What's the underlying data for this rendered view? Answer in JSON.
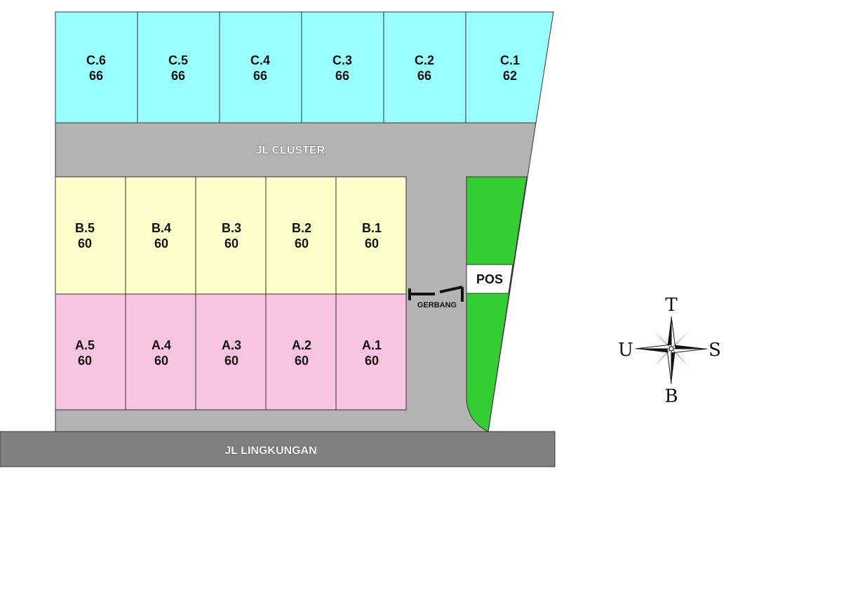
{
  "colors": {
    "block_c": "#99ffff",
    "block_b": "#ffffcc",
    "block_a": "#f9c4e2",
    "road_cluster": "#b3b3b3",
    "road_lingkungan": "#808080",
    "green_area": "#33cc33",
    "outline": "#333333"
  },
  "roads": {
    "cluster": "JL CLUSTER",
    "lingkungan": "JL LINGKUNGAN"
  },
  "gate_label": "GERBANG",
  "post_label": "POS",
  "blocks": {
    "c": [
      {
        "id": "C.6",
        "area": "66"
      },
      {
        "id": "C.5",
        "area": "66"
      },
      {
        "id": "C.4",
        "area": "66"
      },
      {
        "id": "C.3",
        "area": "66"
      },
      {
        "id": "C.2",
        "area": "66"
      },
      {
        "id": "C.1",
        "area": "62"
      }
    ],
    "b": [
      {
        "id": "B.5",
        "area": "60"
      },
      {
        "id": "B.4",
        "area": "60"
      },
      {
        "id": "B.3",
        "area": "60"
      },
      {
        "id": "B.2",
        "area": "60"
      },
      {
        "id": "B.1",
        "area": "60"
      }
    ],
    "a": [
      {
        "id": "A.5",
        "area": "60"
      },
      {
        "id": "A.4",
        "area": "60"
      },
      {
        "id": "A.3",
        "area": "60"
      },
      {
        "id": "A.2",
        "area": "60"
      },
      {
        "id": "A.1",
        "area": "60"
      }
    ]
  },
  "compass": {
    "north": "T",
    "south": "B",
    "west": "U",
    "east": "S"
  }
}
